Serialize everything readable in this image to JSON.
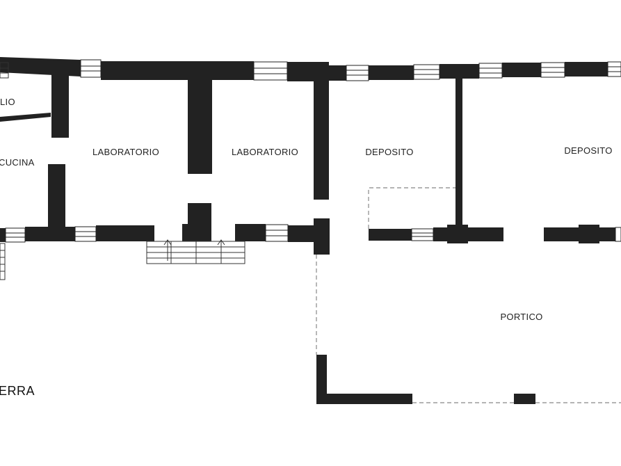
{
  "plan": {
    "floor_label": "ERRA",
    "rooms": {
      "bagno": "LIO",
      "cucina": "CUCINA",
      "laboratorio_1": "LABORATORIO",
      "laboratorio_2": "LABORATORIO",
      "deposito_1": "DEPOSITO",
      "deposito_2": "DEPOSITO",
      "portico": "PORTICO"
    },
    "colors": {
      "wall": "#222222",
      "window_fill": "#ffffff",
      "dashed_line": "#888888",
      "background": "#ffffff"
    }
  }
}
